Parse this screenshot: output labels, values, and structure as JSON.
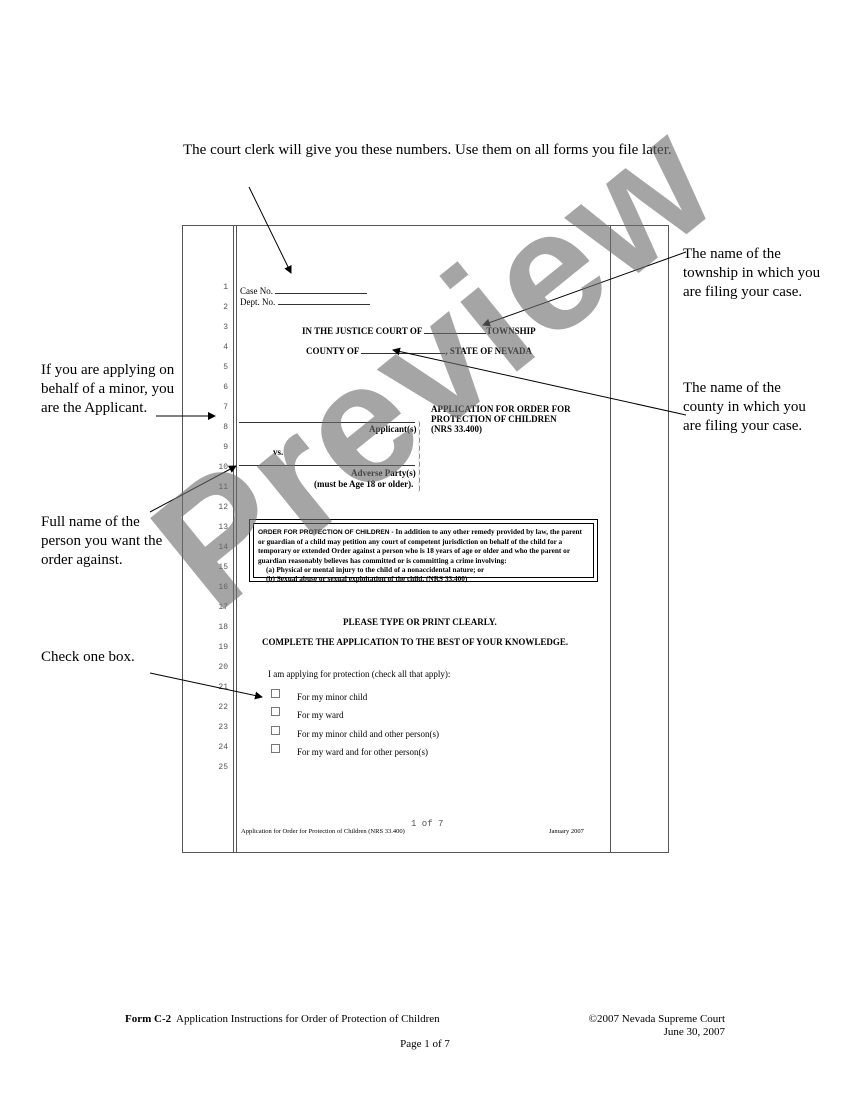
{
  "annotations": {
    "top": "The court clerk will give you these numbers.  Use them on all forms you file later.",
    "township": "The name of the township in which you are filing your case.",
    "county": "The name of the county in which you are filing your case.",
    "applicant": "If you are applying on behalf of a minor, you are the Applicant.",
    "adverse": "Full name of the person you want the order against.",
    "check": "Check one box."
  },
  "form": {
    "line_numbers": [
      "1",
      "2",
      "3",
      "4",
      "5",
      "6",
      "7",
      "8",
      "9",
      "10",
      "11",
      "12",
      "13",
      "14",
      "15",
      "16",
      "17",
      "18",
      "19",
      "20",
      "21",
      "22",
      "23",
      "24",
      "25"
    ],
    "case_no": "Case No.",
    "dept_no": "Dept. No.",
    "court_line_1": "IN THE JUSTICE COURT OF",
    "court_line_1_end": "TOWNSHIP",
    "court_line_2": "COUNTY OF",
    "court_line_2_end": ", STATE OF NEVADA",
    "title_1": "APPLICATION FOR ORDER FOR",
    "title_2": "PROTECTION OF CHILDREN",
    "title_3": "(NRS 33.400)",
    "applicant_label": "Applicant(s)",
    "vs": "vs.",
    "adverse_label": "Adverse Party(s)",
    "adverse_sub": "(must be Age 18 or older).",
    "warning_heading": "ORDER FOR PROTECTION OF CHILDREN -",
    "warning_text": "In addition to any other remedy provided by law, the parent or guardian of a child may petition any court of competent jurisdiction on behalf of the child for a temporary or extended Order against a person who is 18 years of age or older and who the parent or guardian reasonably believes has committed or is committing a crime involving:",
    "warning_a": "(a) Physical or mental injury to the child of a nonaccidental nature; or",
    "warning_b": "(b) Sexual abuse or sexual exploitation of the child.  (NRS 33.400)",
    "instr_1": "PLEASE TYPE OR PRINT CLEARLY.",
    "instr_2": "COMPLETE THE APPLICATION TO THE BEST OF YOUR KNOWLEDGE.",
    "applying_intro": "I am applying for protection (check all that apply):",
    "options": [
      "For my minor child",
      "For my ward",
      "For my minor child and other person(s)",
      "For my ward and for other person(s)"
    ],
    "page_counter": "1 of 7",
    "footer_left": "Application for Order for Protection of Children (NRS 33.400)",
    "footer_right": "January 2007"
  },
  "watermark": "Preview",
  "footer": {
    "form_id": "Form C-2",
    "form_title": "Application Instructions for Order of Protection of Children",
    "copyright": "©2007 Nevada Supreme Court",
    "date": "June 30, 2007",
    "page": "Page 1 of 7"
  },
  "colors": {
    "watermark": "#6e6e6e",
    "frame": "#555555"
  }
}
